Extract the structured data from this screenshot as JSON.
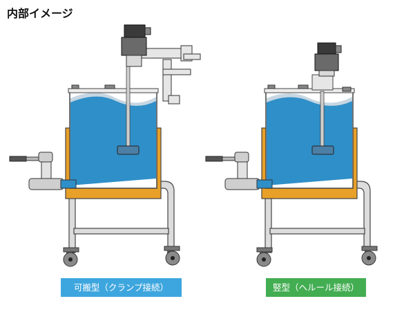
{
  "title": "内部イメージ",
  "captions": {
    "left": "可搬型（クランプ接続）",
    "right": "竪型（ヘルール接続）"
  },
  "colors": {
    "liquid": "#2f8fc8",
    "liquid_top": "#c6d6e2",
    "jacket": "#e8a028",
    "caption_left": "#3ea6de",
    "caption_right": "#43ad52",
    "frame": "#dcdcdc",
    "outline": "#444444"
  },
  "icons": [
    "motor-icon",
    "clamp-icon",
    "valve-icon",
    "wheel-icon",
    "impeller-icon"
  ]
}
